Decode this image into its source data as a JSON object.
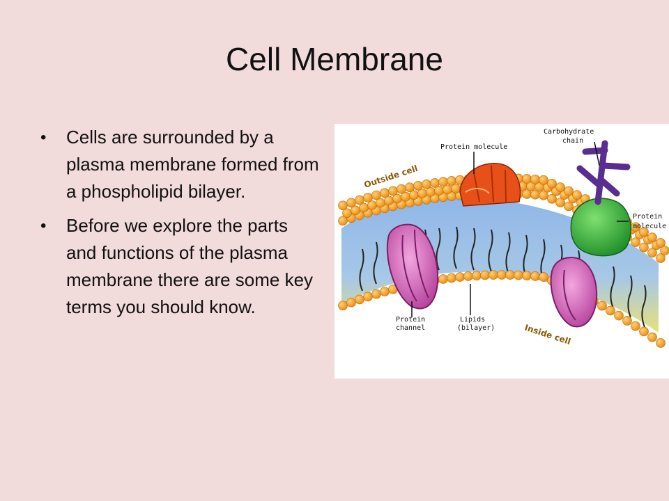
{
  "slide": {
    "title": "Cell Membrane",
    "bullets": [
      "Cells are surrounded by a plasma membrane formed from a phospholipid bilayer.",
      "Before we explore the parts and functions of the plasma membrane there are some key terms you should know."
    ]
  },
  "figure": {
    "labels": {
      "protein_molecule_top": "Protein molecule",
      "carbohydrate": [
        "Carbohydrate",
        "chain"
      ],
      "outside_cell": "Outside cell",
      "protein_molecule_right": [
        "Protein",
        "molecule"
      ],
      "protein_channel": [
        "Protein",
        "channel"
      ],
      "lipids": [
        "Lipids",
        "(bilayer)"
      ],
      "inside_cell": "Inside cell"
    }
  },
  "colors": {
    "background": "#f2dbdb",
    "lipid_head": "#f7a21c",
    "channel_protein": "#cc5bb4",
    "top_protein": "#e8501a",
    "right_protein": "#38b23a",
    "carbohydrate": "#5a2d91"
  }
}
